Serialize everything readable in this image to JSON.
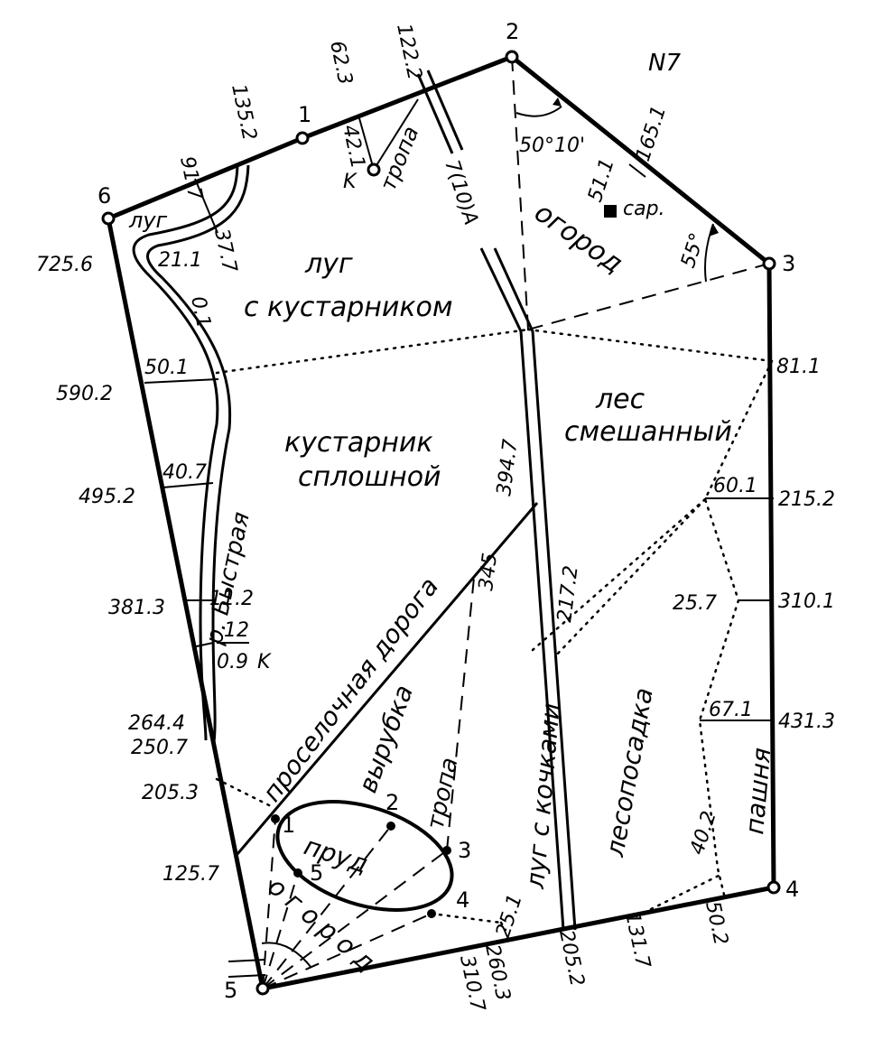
{
  "sheet_number": "N7",
  "points": {
    "p1": "1",
    "p2": "2",
    "p3": "3",
    "p4": "4",
    "p5": "5",
    "p6": "6"
  },
  "pond_points": {
    "q1": "1",
    "q2": "2",
    "q3": "3",
    "q4": "4",
    "q5": "5"
  },
  "angles": {
    "a2": "50°10'",
    "a3": "55°"
  },
  "distances": {
    "side_6_1_a": "91.7",
    "side_6_1_b": "135.2",
    "side_1_2_a": "62.3",
    "side_1_2_b": "122.2",
    "offset_k": "42.1",
    "k_label": "K",
    "side_2_3": "165.1",
    "barn_offset": "51.1",
    "barn_label": "сар.",
    "side_3_4_a": "81.1",
    "side_3_4_b": "215.2",
    "side_3_4_c": "310.1",
    "side_3_4_d": "431.3",
    "off_3_4_a": "60.1",
    "off_3_4_b": "25.7",
    "off_3_4_c": "67.1",
    "side_4_5_a": "50.2",
    "side_4_5_b": "131.7",
    "side_4_5_c": "205.2",
    "side_4_5_d": "260.3",
    "side_4_5_e": "310.7",
    "off_4_5_a": "40.2",
    "off_4_5_b": "25.1",
    "side_5_6_a": "725.6",
    "side_5_6_b": "590.2",
    "side_5_6_c": "495.2",
    "side_5_6_d": "381.3",
    "side_5_6_e": "264.4",
    "side_5_6_f": "250.7",
    "side_5_6_g": "205.3",
    "side_5_6_h": "125.7",
    "off_5_6_a": "50.1",
    "off_5_6_b": "40.7",
    "off_5_6_c": "11.2",
    "river_num": "12",
    "river_den": "0.9",
    "river_k": "K",
    "river_a": "21.1",
    "river_b": "37.7",
    "river_flow": "0.1",
    "road_a": "394.7",
    "road_b": "217.2",
    "road_c": "345",
    "road_sign": "7(10)А"
  },
  "areas": {
    "meadow": "луг",
    "meadow_shrub_1": "луг",
    "meadow_shrub_2": "с кустарником",
    "garden": "огород",
    "shrub_1": "кустарник",
    "shrub_2": "сплошной",
    "forest_1": "лес",
    "forest_2": "смешанный",
    "river": "р. Быстрая",
    "dirt_road": "проселочная дорога",
    "clearing": "вырубка",
    "path_1": "тропа",
    "path_2": "тропа",
    "pond": "пруд",
    "vegetable_garden": "огород",
    "hummock_meadow": "луг с кочками",
    "plantation": "лесопосадка",
    "arable": "пашня"
  }
}
